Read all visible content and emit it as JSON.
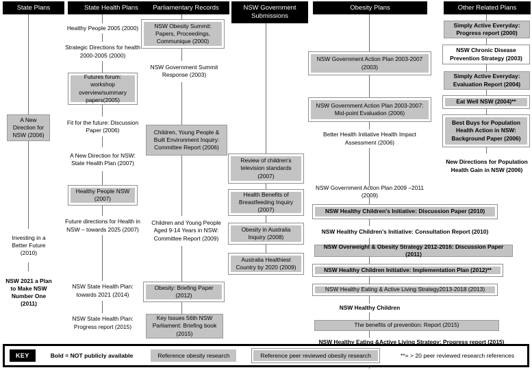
{
  "columns": [
    {
      "id": "state-plans",
      "title": "State Plans"
    },
    {
      "id": "state-health-plans",
      "title": "State Health Plans"
    },
    {
      "id": "parliamentary-records",
      "title": "Parliamentary Records"
    },
    {
      "id": "nsw-government-submissions",
      "title": "NSW Government Submissions"
    },
    {
      "id": "obesity-plans",
      "title": "Obesity Plans"
    },
    {
      "id": "other-related-plans",
      "title": "Other Related Plans"
    }
  ],
  "nodes": {
    "sp1": "A New Direction for NSW (2006)",
    "sp2": "Investing in a Better Future (2010)",
    "sp3": "NSW 2021 a Plan to Make NSW Number One (2011)",
    "shp1": "Healthy People 2005 (2000)",
    "shp2": "Strategic Directions for health 2000-2005 (2000)",
    "shp3": "Futures forum: workshop overview/summary papers(2005)",
    "shp4": "Fit for the future: Discussion Paper (2006)",
    "shp5": "A New Direction for NSW: State Health Plan (2007)",
    "shp6": "Healthy People NSW (2007)",
    "shp7": "Future directions for Health in NSW – towards 2025 (2007)",
    "shp8": "NSW State Health Plan: towards 2021 (2014)",
    "shp9": "NSW State Health Plan: Progress report (2015)",
    "pr1": "NSW Obesity Summit: Papers, Proceedings, Communique (2000)",
    "pr2": "NSW Government Summit Response (2003)",
    "pr3": "Children, Young People & Built Environment Inquiry: Committee Report (2006)",
    "pr4": "Children and Young People Aged 9-14 Years in NSW: Committee Report (2009)",
    "pr5": "Obesity: Briefing Paper (2012)",
    "pr6": "Key Issues 56th NSW Parliament: Briefing book (2015)",
    "gs1": "Review of children's television standards (2007)",
    "gs2": "Health Benefits of Breastfeeding Inquiry (2007)",
    "gs3": "Obesity in Australia Inquiry (2008)",
    "gs4": "Australia Healthiest Country by 2020 (2009)",
    "op1": "NSW Government Action Plan 2003-2007 (2003)",
    "op2": "NSW Government Action Plan 2003-2007: Mid-point Evaluation (2006)",
    "op3": "Better Health Initiative Health Impact Assessment (2006)",
    "op4": "NSW Government Action Plan 2009 –2011 (2009)",
    "op5": "NSW Healthy Children's Initiative: Discussion Paper (2010)",
    "op6": "NSW Healthy Children's Initiative: Consultation Report (2010)",
    "op7": "NSW Overweight & Obesity Strategy 2012-2016: Discussion Paper (2011)",
    "op8": "NSW Healthy Children Initiative: Implementation Plan (2012)**",
    "op9": "NSW Healthy Eating & Active Living Strategy2013-2018 (2013)",
    "op10": "NSW Healthy Children",
    "op11": "The benefits of prevention: Report (2015)",
    "op12": "NSW Healthy Eating &Active Living Strategy: Progress report (2015)",
    "orp1": "Simply Active Everyday: Progress report (2000)",
    "orp2": "NSW Chronic Disease Prevention Strategy (2003)",
    "orp3": "Simply Active Everyday: Evaluation Report (2004)",
    "orp4": "Eat Well NSW (2004)**",
    "orp5": "Best Buys for Population Health Action in NSW: Background Paper (2006)",
    "orp6": "New Directions for Population Health Gain in NSW (2006)"
  },
  "legend": {
    "key_label": "KEY",
    "bold_note": "Bold = NOT publicly available",
    "grey_note": "Reference obesity research",
    "framed_note": "Reference peer reviewed obesity research",
    "asterisk_note": "**= > 20 peer reviewed research references"
  },
  "colors": {
    "header_bg": "#000000",
    "header_fg": "#ffffff",
    "grey_fill": "#c3c3c3",
    "line": "#6e6e6e",
    "frame": "#8e8e8e"
  }
}
